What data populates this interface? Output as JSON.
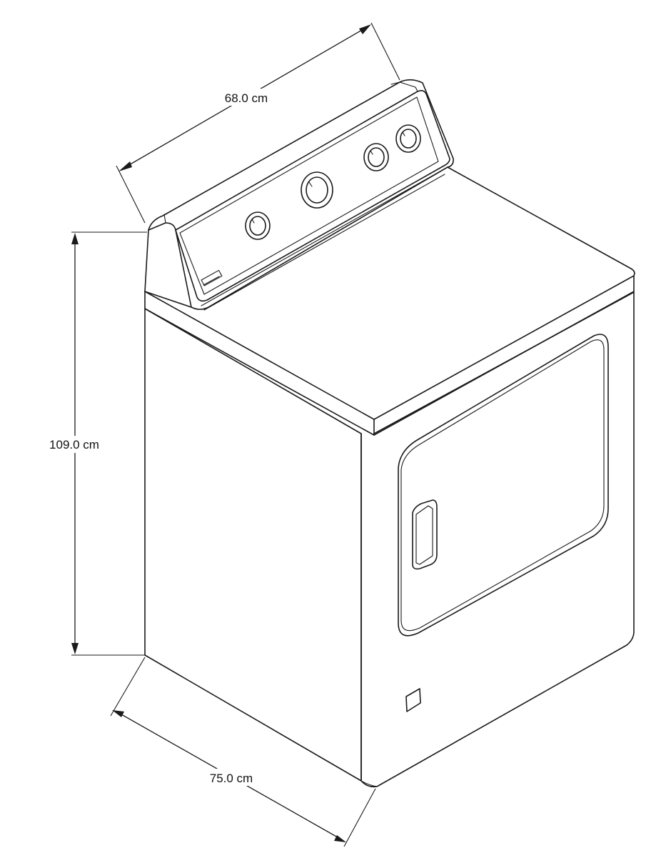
{
  "dimensions": {
    "width": {
      "value": 68.0,
      "unit": "cm",
      "label": "68.0 cm"
    },
    "height": {
      "value": 109.0,
      "unit": "cm",
      "label": "109.0 cm"
    },
    "depth": {
      "value": 75.0,
      "unit": "cm",
      "label": "75.0 cm"
    }
  },
  "colors": {
    "line": "#1a1a1a",
    "background": "#ffffff"
  }
}
